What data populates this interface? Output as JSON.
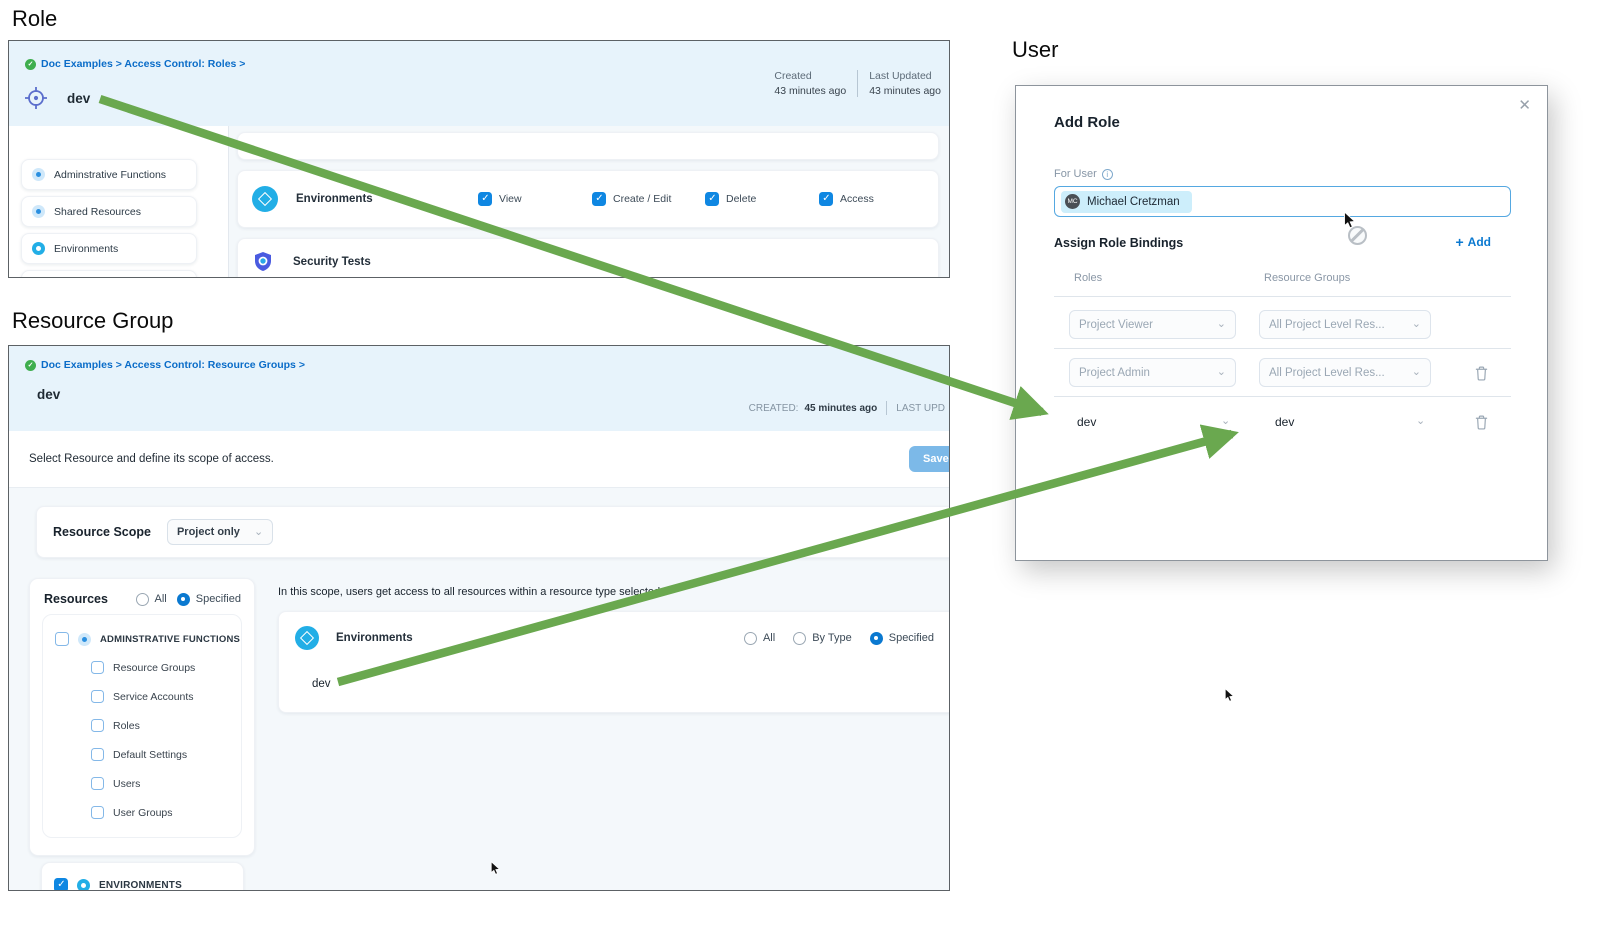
{
  "role": {
    "heading": "Role",
    "breadcrumb": "Doc Examples > Access Control: Roles >",
    "title": "dev",
    "meta": {
      "created_label": "Created",
      "created_value": "43 minutes ago",
      "updated_label": "Last Updated",
      "updated_value": "43 minutes ago"
    },
    "sidebar": {
      "items": [
        {
          "label": "Adminstrative Functions"
        },
        {
          "label": "Shared Resources"
        },
        {
          "label": "Environments"
        }
      ]
    },
    "permissions": {
      "resource_label": "Environments",
      "options": [
        {
          "label": "View"
        },
        {
          "label": "Create / Edit"
        },
        {
          "label": "Delete"
        },
        {
          "label": "Access"
        }
      ],
      "security_label": "Security Tests"
    }
  },
  "resource_group": {
    "heading": "Resource Group",
    "breadcrumb": "Doc Examples > Access Control: Resource Groups >",
    "title": "dev",
    "meta": {
      "created_label": "CREATED:",
      "created_value": "45 minutes ago",
      "updated_label": "LAST UPD"
    },
    "instruction": "Select Resource and define its scope of access.",
    "save_label": "Save",
    "scope": {
      "label": "Resource Scope",
      "value": "Project only"
    },
    "resources": {
      "label": "Resources",
      "radio_all": "All",
      "radio_specified": "Specified",
      "group_admin": "ADMINSTRATIVE FUNCTIONS",
      "admin_children": [
        {
          "label": "Resource Groups"
        },
        {
          "label": "Service Accounts"
        },
        {
          "label": "Roles"
        },
        {
          "label": "Default Settings"
        },
        {
          "label": "Users"
        },
        {
          "label": "User Groups"
        }
      ],
      "group_env": "ENVIRONMENTS"
    },
    "scope_panel": {
      "note": "In this scope, users get access to all resources within a resource type selected",
      "resource_label": "Environments",
      "radio_all": "All",
      "radio_by_type": "By Type",
      "radio_specified": "Specified",
      "item": "dev"
    }
  },
  "user": {
    "heading": "User",
    "modal_title": "Add Role",
    "for_user_label": "For User",
    "chip": {
      "initials": "MC",
      "name": "Michael Cretzman"
    },
    "bindings": {
      "label": "Assign Role Bindings",
      "add_label": "Add",
      "columns": [
        {
          "label": "Roles"
        },
        {
          "label": "Resource Groups"
        }
      ],
      "rows": [
        {
          "role": "Project Viewer",
          "group": "All Project Level Res..."
        },
        {
          "role": "Project Admin",
          "group": "All Project Level Res..."
        },
        {
          "role": "dev",
          "group": "dev"
        }
      ]
    }
  },
  "colors": {
    "arrow_green": "#6aa84f",
    "accent_blue": "#0b79d0",
    "header_blue": "#e7f3fb",
    "checkbox_blue": "#0f87e2"
  }
}
